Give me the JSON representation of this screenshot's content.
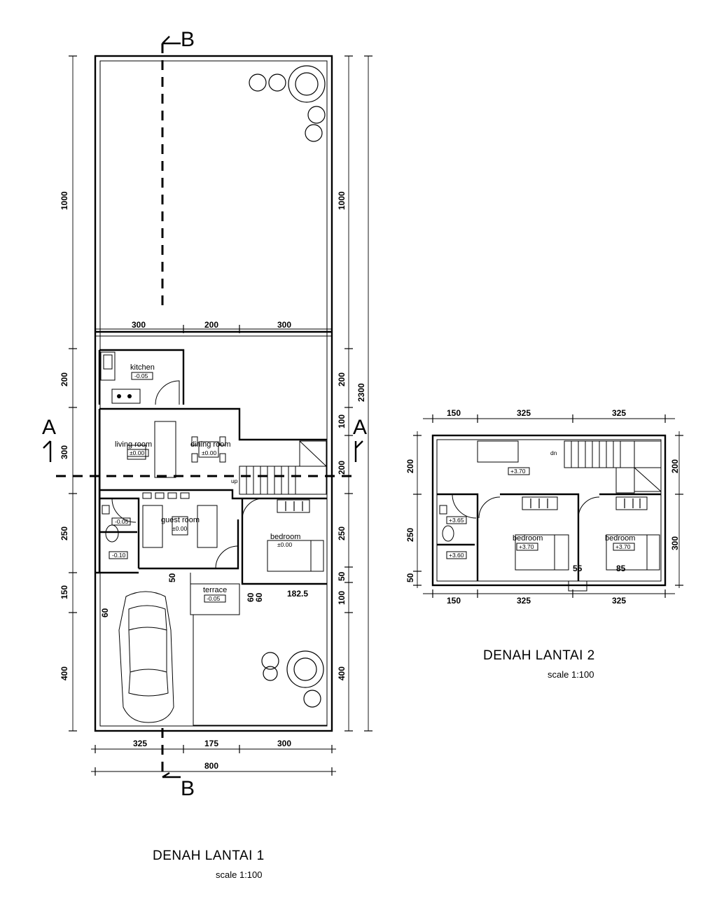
{
  "floor1": {
    "title": "DENAH LANTAI 1",
    "scale": "scale 1:100",
    "rooms": {
      "kitchen": {
        "label": "kitchen",
        "elev": "-0.05"
      },
      "living": {
        "label": "living room",
        "elev": "±0.00"
      },
      "dining": {
        "label": "dining room",
        "elev": "±0.00"
      },
      "guest": {
        "label": "guest room",
        "elev": "±0.00"
      },
      "bedroom": {
        "label": "bedroom",
        "elev": "±0.00"
      },
      "terrace": {
        "label": "terrace",
        "elev": "-0.05"
      },
      "bath_elev_1": "-0.05",
      "bath_elev_2": "-0.10"
    },
    "stair_up": "up",
    "dims": {
      "left": [
        "1000",
        "200",
        "300",
        "250",
        "150",
        "400"
      ],
      "right_inner": [
        "1000",
        "200",
        "100",
        "200",
        "250",
        "50",
        "100",
        "400"
      ],
      "right_total": "2300",
      "top_row": [
        "300",
        "200",
        "300"
      ],
      "bottom_row": [
        "325",
        "175",
        "300"
      ],
      "bottom_total": "800",
      "misc": {
        "d50": "50",
        "d60a": "60",
        "d60b": "60",
        "d60c": "60",
        "d1825": "182.5"
      }
    },
    "sections": {
      "a": "A",
      "b": "B"
    }
  },
  "floor2": {
    "title": "DENAH LANTAI 2",
    "scale": "scale 1:100",
    "rooms": {
      "bedroom1": {
        "label": "bedroom",
        "elev": "+3.70"
      },
      "bedroom2": {
        "label": "bedroom",
        "elev": "+3.70"
      },
      "hall_elev": "+3.70",
      "bath_elev_1": "+3.65",
      "bath_elev_2": "+3.60"
    },
    "stair_dn": "dn",
    "dims": {
      "top": [
        "150",
        "325",
        "325"
      ],
      "bottom": [
        "150",
        "325",
        "325"
      ],
      "left": [
        "200",
        "250",
        "50"
      ],
      "right": [
        "200",
        "300"
      ],
      "d55": "55",
      "d85": "85"
    }
  }
}
